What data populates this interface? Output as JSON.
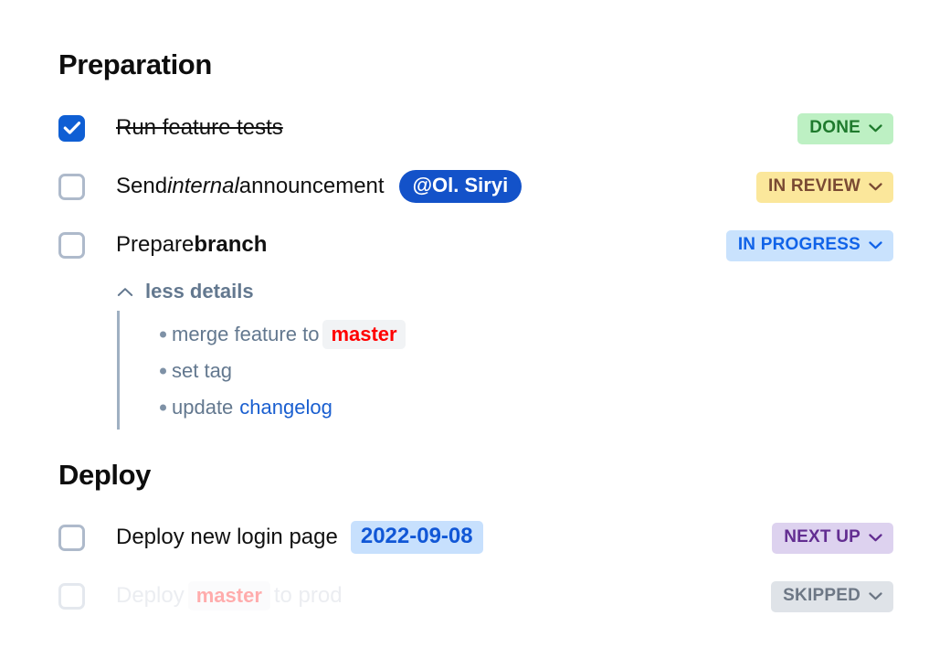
{
  "sections": [
    {
      "id": "preparation",
      "title": "Preparation"
    },
    {
      "id": "deploy",
      "title": "Deploy"
    }
  ],
  "tasks": [
    {
      "id": "run-feature-tests",
      "checked": true,
      "text": "Run feature tests",
      "status": "DONE",
      "status_color_bg": "#bdf0c3",
      "status_color_fg": "#1f7a2d"
    },
    {
      "id": "send-internal-announcement",
      "checked": false,
      "text_before": "Send ",
      "text_italic": "internal",
      "text_after": " announcement",
      "mention": "@Ol. Siryi",
      "status": "IN REVIEW",
      "status_color_bg": "#fbe79b",
      "status_color_fg": "#7a4a33"
    },
    {
      "id": "prepare-branch",
      "checked": false,
      "text_before": "Prepare ",
      "text_bold": "branch",
      "status": "IN PROGRESS",
      "status_color_bg": "#c9e2fd",
      "status_color_fg": "#1163e8"
    },
    {
      "id": "deploy-new-login-page",
      "checked": false,
      "text": "Deploy new login page",
      "date": "2022-09-08",
      "status": "NEXT UP",
      "status_color_bg": "#ddd2ef",
      "status_color_fg": "#622d91"
    },
    {
      "id": "deploy-master-to-prod",
      "checked": false,
      "text_before": "Deploy ",
      "code": "master",
      "text_after": " to prod",
      "status": "SKIPPED",
      "status_color_bg": "#dfe3e8",
      "status_color_fg": "#6d7785"
    }
  ],
  "details": {
    "toggle_label": "less details",
    "toggle_icon": "chevron-up-icon",
    "items": [
      {
        "text_before": "merge feature to ",
        "code": "master",
        "text_after": ""
      },
      {
        "text_before": "set tag",
        "code": "",
        "text_after": ""
      },
      {
        "text_before": "update ",
        "link": "changelog",
        "text_after": ""
      }
    ]
  },
  "icons": {
    "checkbox_checked": "check-icon",
    "badge_dropdown": "chevron-down-icon"
  }
}
